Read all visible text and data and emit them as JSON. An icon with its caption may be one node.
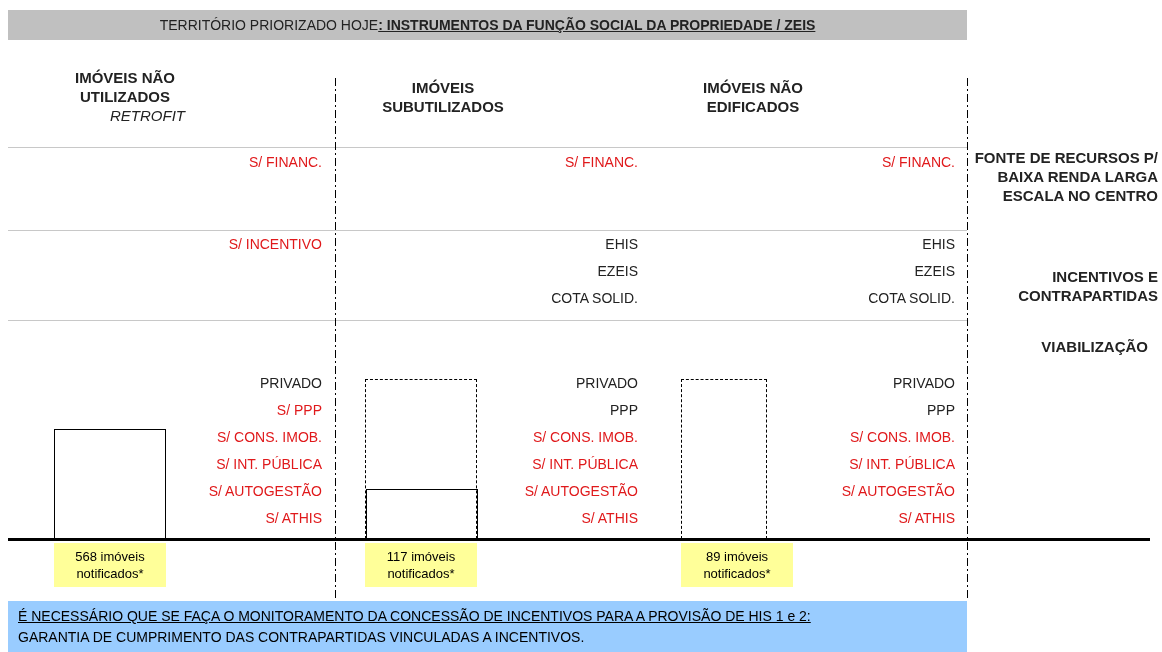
{
  "diagram": {
    "title": "TERRITÓRIO PRIORIZADO HOJE**: INSTRUMENTOS DA FUNÇÃO SOCIAL DA PROPRIEDADE / ZEIS**",
    "nodes": [
      {
        "text": [],
        "shape": "box"
      },
      {
        "text": [],
        "shape": "box"
      },
      {
        "text": [],
        "shape": "box",
        "in": 1
      },
      {
        "text": [],
        "shape": "box"
      },
      {
        "text": [
          "568 imóveis notificados*"
        ]
      },
      {
        "text": [
          "117 imóveis notificados*"
        ]
      },
      {
        "text": [
          "89 imóveis notificados*"
        ]
      },
      {
        "text": [
          "É NECESSÁRIO QUE SE FAÇA O MONITORAMENTO DA CONCESSÃO DE INCENTIVOS PARA A PROVISÃO DE HIS 1 e 2:",
          "GARANTIA DE CUMPRIMENTO DAS CONTRAPARTIDAS VINCULADAS A INCENTIVOS."
        ]
      }
    ],
    "labels": [
      "IMÓVEIS NÃO UTILIZADOS",
      "RETROFIT",
      "IMÓVEIS SUBUTILIZADOS",
      "IMÓVEIS NÃO EDIFICADOS",
      "S/ FINANC.",
      "S/ FINANC.",
      "S/ FINANC.",
      "FONTE DE RECURSOS P/ BAIXA RENDA LARGA ESCALA NO CENTRO",
      "S/ INCENTIVO",
      "EHIS",
      "EZEIS",
      "COTA SOLID.",
      "EHIS",
      "EZEIS",
      "COTA SOLID.",
      "INCENTIVOS E CONTRAPARTIDAS",
      "VIABILIZAÇÃO",
      "PRIVADO",
      "S/ PPP",
      "S/ CONS. IMOB.",
      "S/ INT. PÚBLICA",
      "S/ AUTOGESTÃO",
      "S/ ATHIS",
      "PRIVADO",
      "PPP",
      "S/ CONS. IMOB.",
      "S/ INT. PÚBLICA",
      "S/ AUTOGESTÃO",
      "S/ ATHIS",
      "PRIVADO",
      "PPP",
      "S/ CONS. IMOB.",
      "S/ INT. PÚBLICA",
      "S/ AUTOGESTÃO",
      "S/ ATHIS"
    ]
  }
}
